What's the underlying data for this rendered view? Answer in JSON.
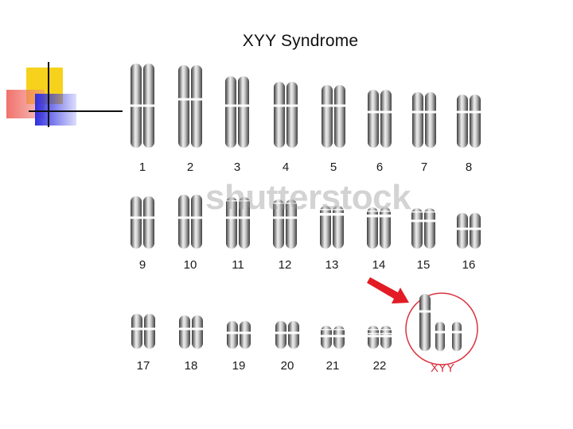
{
  "title": "XYY Syndrome",
  "watermark": "shutterstock",
  "colors": {
    "highlight_circle": "#d9343f",
    "arrow": "#e21b24",
    "chromosome_dark": "#3a3a3a",
    "chromosome_light": "#ededed",
    "deco_yellow": "#f6d21d",
    "deco_red": "#f06a64",
    "deco_blue": "#2f2fe0"
  },
  "chromosome_pairs": [
    {
      "label": "1"
    },
    {
      "label": "2"
    },
    {
      "label": "3"
    },
    {
      "label": "4"
    },
    {
      "label": "5"
    },
    {
      "label": "6"
    },
    {
      "label": "7"
    },
    {
      "label": "8"
    },
    {
      "label": "9"
    },
    {
      "label": "10"
    },
    {
      "label": "11"
    },
    {
      "label": "12"
    },
    {
      "label": "13"
    },
    {
      "label": "14"
    },
    {
      "label": "15"
    },
    {
      "label": "16"
    },
    {
      "label": "17"
    },
    {
      "label": "18"
    },
    {
      "label": "19"
    },
    {
      "label": "20"
    },
    {
      "label": "21"
    },
    {
      "label": "22"
    }
  ],
  "sex_chromosomes": {
    "label": "XYY",
    "members": [
      "X",
      "Y",
      "Y"
    ]
  }
}
